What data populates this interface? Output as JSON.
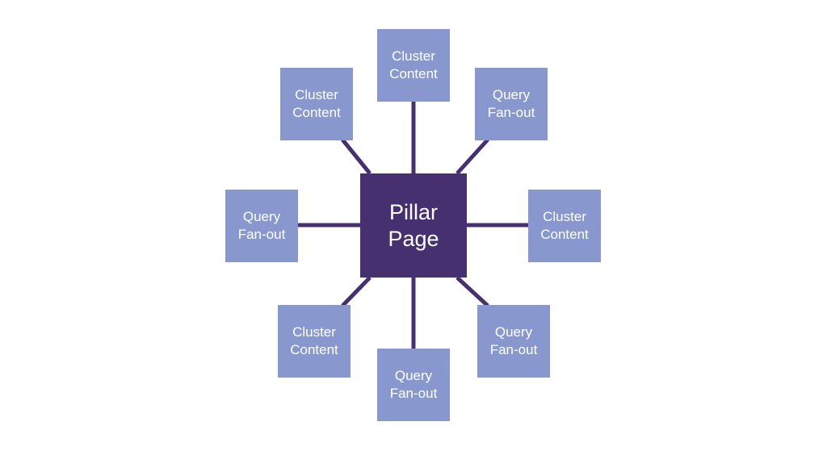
{
  "colors": {
    "pillar_fill": "#46306f",
    "satellite_fill": "#8898cf",
    "connector": "#46306f",
    "text": "#ffffff"
  },
  "pillar": {
    "label": "Pillar\nPage"
  },
  "satellites": [
    {
      "kind": "cluster",
      "label": "Cluster\nContent"
    },
    {
      "kind": "query",
      "label": "Query\nFan-out"
    },
    {
      "kind": "cluster",
      "label": "Cluster\nContent"
    },
    {
      "kind": "query",
      "label": "Query\nFan-out"
    },
    {
      "kind": "query",
      "label": "Query\nFan-out"
    },
    {
      "kind": "cluster",
      "label": "Cluster\nContent"
    },
    {
      "kind": "query",
      "label": "Query\nFan-out"
    },
    {
      "kind": "cluster",
      "label": "Cluster\nContent"
    }
  ]
}
